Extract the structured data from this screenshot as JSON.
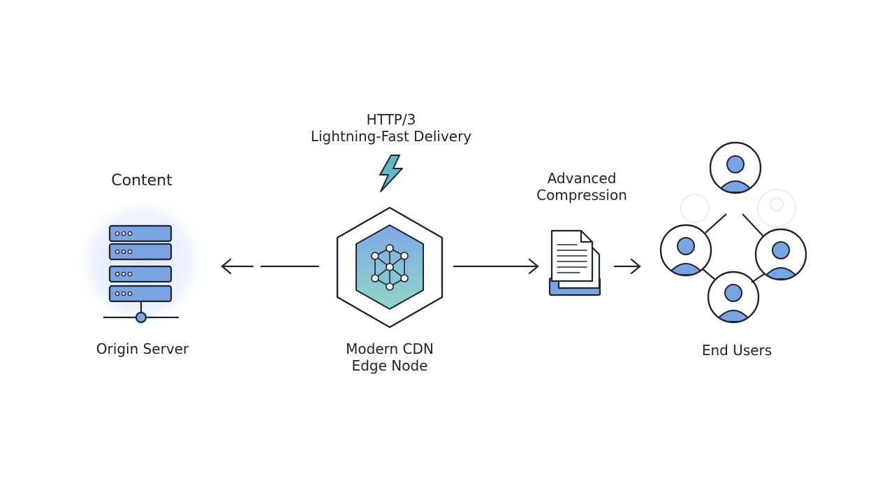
{
  "origin": {
    "top_label": "Content",
    "label": "Origin Server"
  },
  "edge": {
    "top_label_line1": "HTTP/3",
    "top_label_line2": "Lightning-Fast Delivery",
    "label_line1": "Modern CDN",
    "label_line2": "Edge Node"
  },
  "compression": {
    "label_line1": "Advanced",
    "label_line2": "Compression"
  },
  "users": {
    "label": "End Users"
  },
  "colors": {
    "line": "#1f2430",
    "server_fill": "#6f9be0",
    "server_halo": "#e6eefb",
    "edge_gradient_top": "#7fa8e6",
    "edge_gradient_bottom": "#8fd6c6",
    "bolt": "#5fb7c9",
    "user_fill": "#6f9be0"
  }
}
